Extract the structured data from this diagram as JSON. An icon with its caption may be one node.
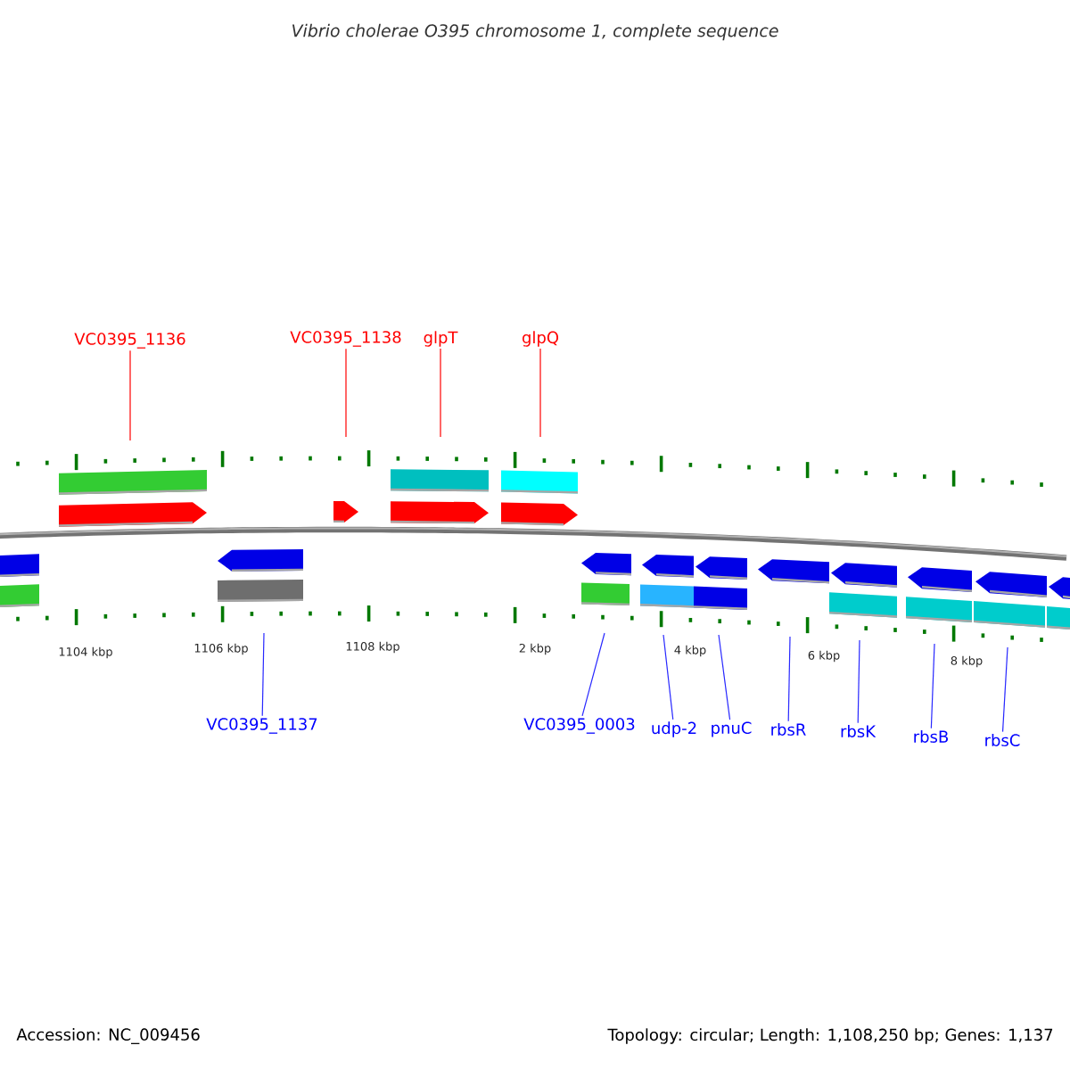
{
  "diagram": {
    "title": "Vibrio cholerae O395 chromosome 1, complete sequence",
    "nodes": [
      {
        "text": [
          "VC0395_1136"
        ]
      },
      {
        "text": [
          "VC0395_1138"
        ]
      },
      {
        "text": [
          "glpT"
        ]
      },
      {
        "text": [
          "glpQ"
        ]
      },
      {
        "text": [
          "VC0395_1137"
        ]
      },
      {
        "text": [
          "VC0395_0003"
        ]
      },
      {
        "text": [
          "udp-2"
        ]
      },
      {
        "text": [
          "pnuC"
        ]
      },
      {
        "text": [
          "rbsR"
        ]
      },
      {
        "text": [
          "rbsK"
        ]
      },
      {
        "text": [
          "rbsB"
        ]
      },
      {
        "text": [
          "rbsC"
        ]
      }
    ],
    "edges": [
      {
        "from": 0,
        "to": null,
        "arrow": "none",
        "color": "#ff0000"
      },
      {
        "from": 1,
        "to": null,
        "arrow": "none",
        "color": "#ff0000"
      },
      {
        "from": 2,
        "to": null,
        "arrow": "none",
        "color": "#ff0000"
      },
      {
        "from": 3,
        "to": null,
        "arrow": "none",
        "color": "#ff0000"
      },
      {
        "from": 4,
        "to": null,
        "arrow": "none"
      },
      {
        "from": 5,
        "to": null,
        "arrow": "none"
      },
      {
        "from": 6,
        "to": null,
        "arrow": "none"
      },
      {
        "from": 7,
        "to": null,
        "arrow": "none"
      },
      {
        "from": 8,
        "to": null,
        "arrow": "none"
      },
      {
        "from": 9,
        "to": null,
        "arrow": "none"
      },
      {
        "from": 10,
        "to": null,
        "arrow": "none"
      },
      {
        "from": 11,
        "to": null,
        "arrow": "none"
      }
    ],
    "labels": [
      "1104 kbp",
      "1106 kbp",
      "1108 kbp",
      "2 kbp",
      "4 kbp",
      "6 kbp",
      "8 kbp",
      "Accession: NC_009456",
      "Topology: circular; Length: 1,108,250 bp; Genes: 1,137"
    ]
  }
}
